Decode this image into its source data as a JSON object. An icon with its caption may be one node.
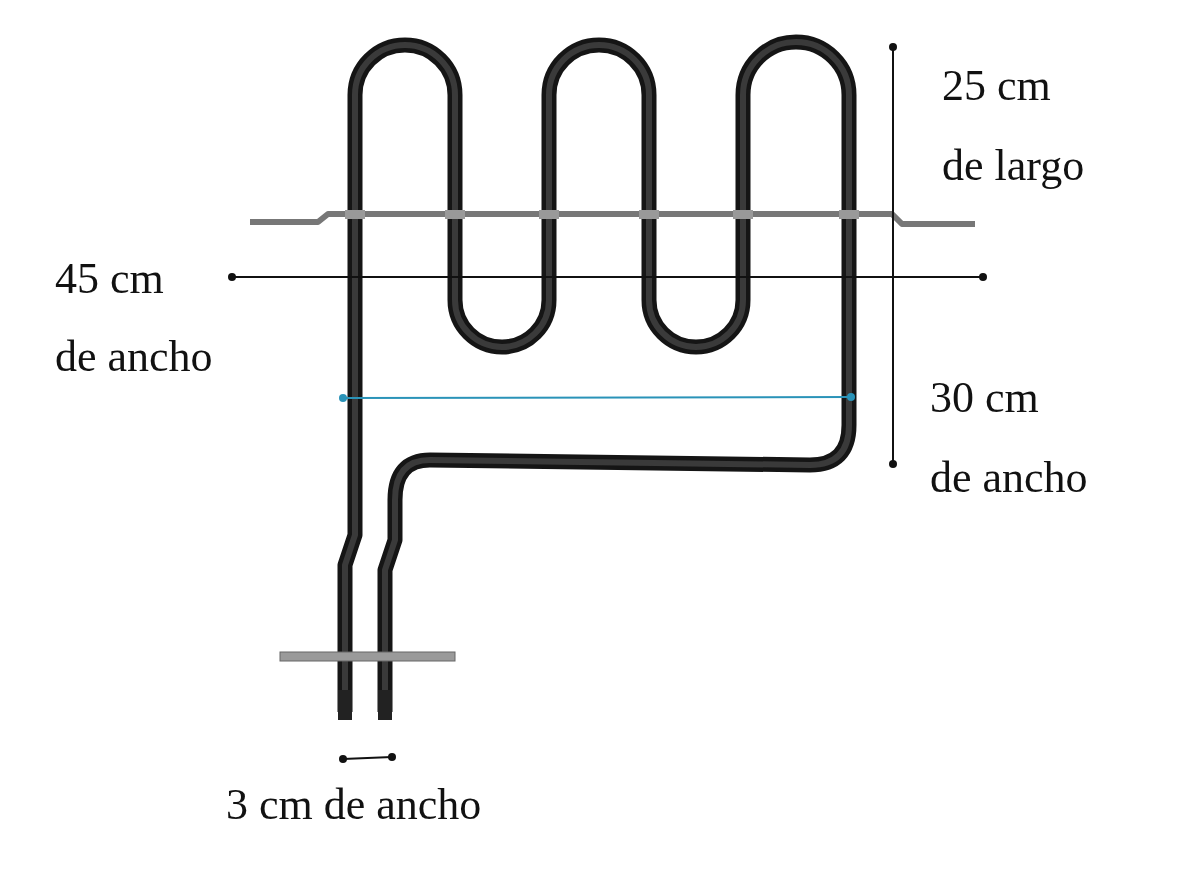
{
  "diagram": {
    "labels": [
      "25 cm de largo",
      "45 cm de ancho",
      "30 cm de ancho",
      "3 cm de ancho"
    ]
  }
}
